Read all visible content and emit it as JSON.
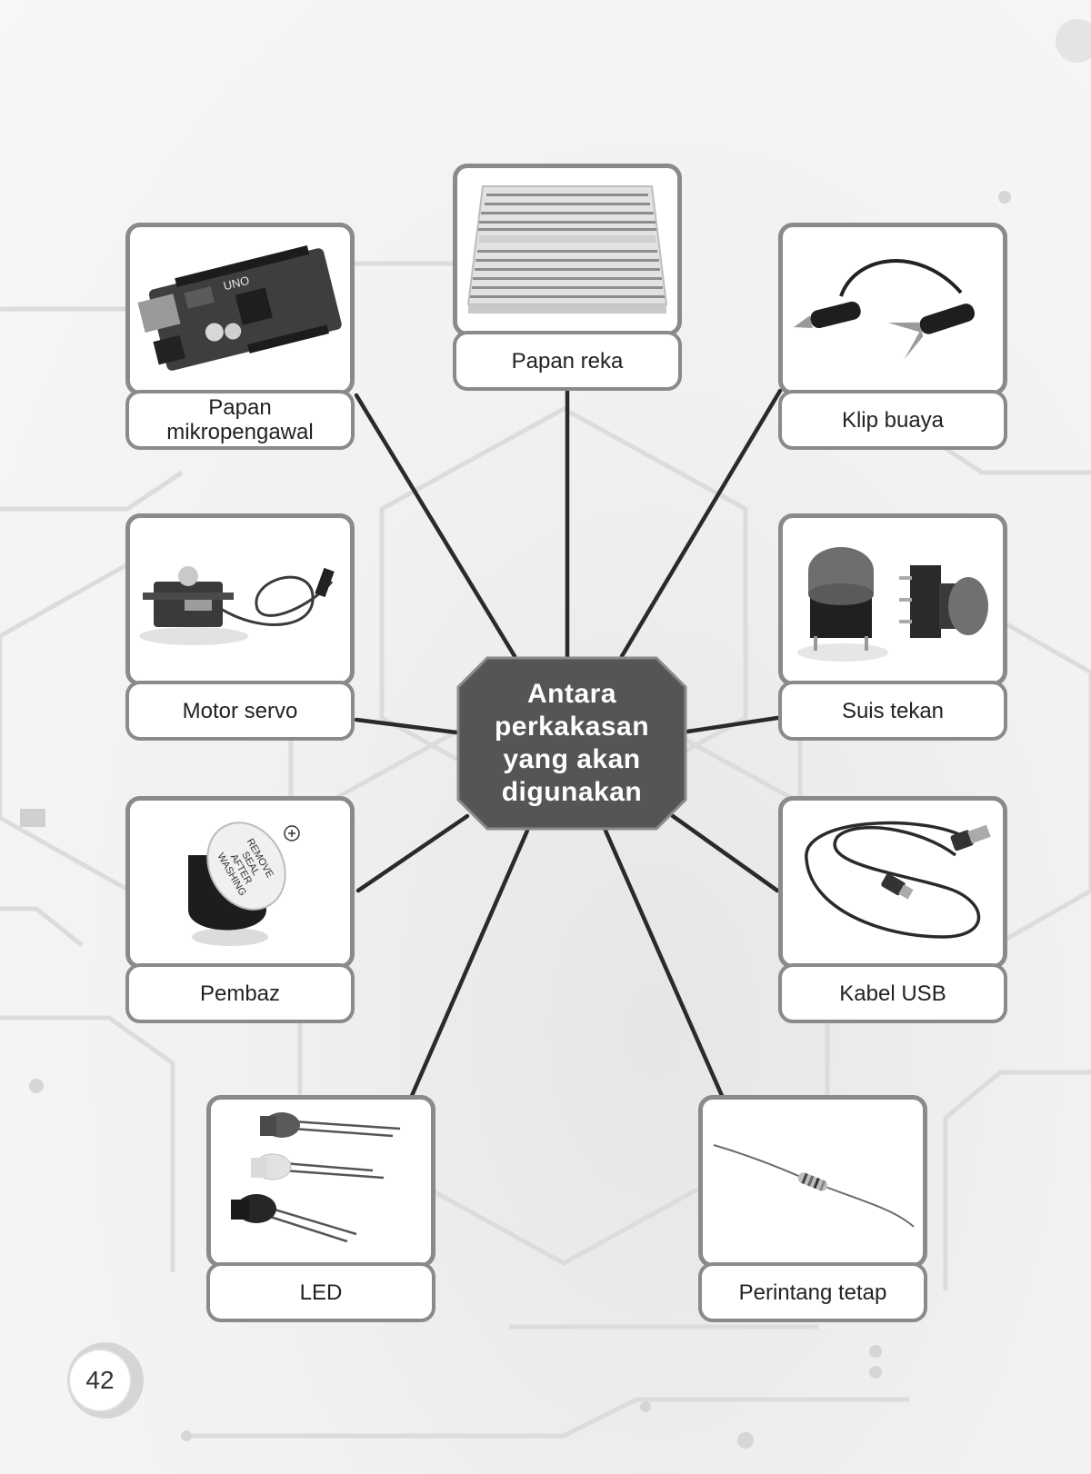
{
  "center": {
    "lines": [
      "Antara",
      "perkakasan",
      "yang akan",
      "digunakan"
    ]
  },
  "items": [
    {
      "id": "microcontroller",
      "label": "Papan mikropengawal",
      "icon": "arduino-board-photo"
    },
    {
      "id": "breadboard",
      "label": "Papan reka",
      "icon": "breadboard-photo"
    },
    {
      "id": "alligator-clip",
      "label": "Klip buaya",
      "icon": "alligator-clip-photo"
    },
    {
      "id": "servo",
      "label": "Motor servo",
      "icon": "servo-motor-photo"
    },
    {
      "id": "push-button",
      "label": "Suis tekan",
      "icon": "push-button-photo"
    },
    {
      "id": "buzzer",
      "label": "Pembaz",
      "icon": "buzzer-photo"
    },
    {
      "id": "usb-cable",
      "label": "Kabel USB",
      "icon": "usb-cable-photo"
    },
    {
      "id": "led",
      "label": "LED",
      "icon": "led-photo"
    },
    {
      "id": "resistor",
      "label": "Perintang tetap",
      "icon": "resistor-photo"
    }
  ],
  "buzzer_print": [
    "REMOVE",
    "SEAL",
    "AFTER",
    "WASHING"
  ],
  "board_print": "UNO",
  "page_number": "42",
  "colors": {
    "frame": "#8a8a8a",
    "hub": "#555555",
    "line": "#2a2a2a",
    "background": "#f3f3f3"
  }
}
